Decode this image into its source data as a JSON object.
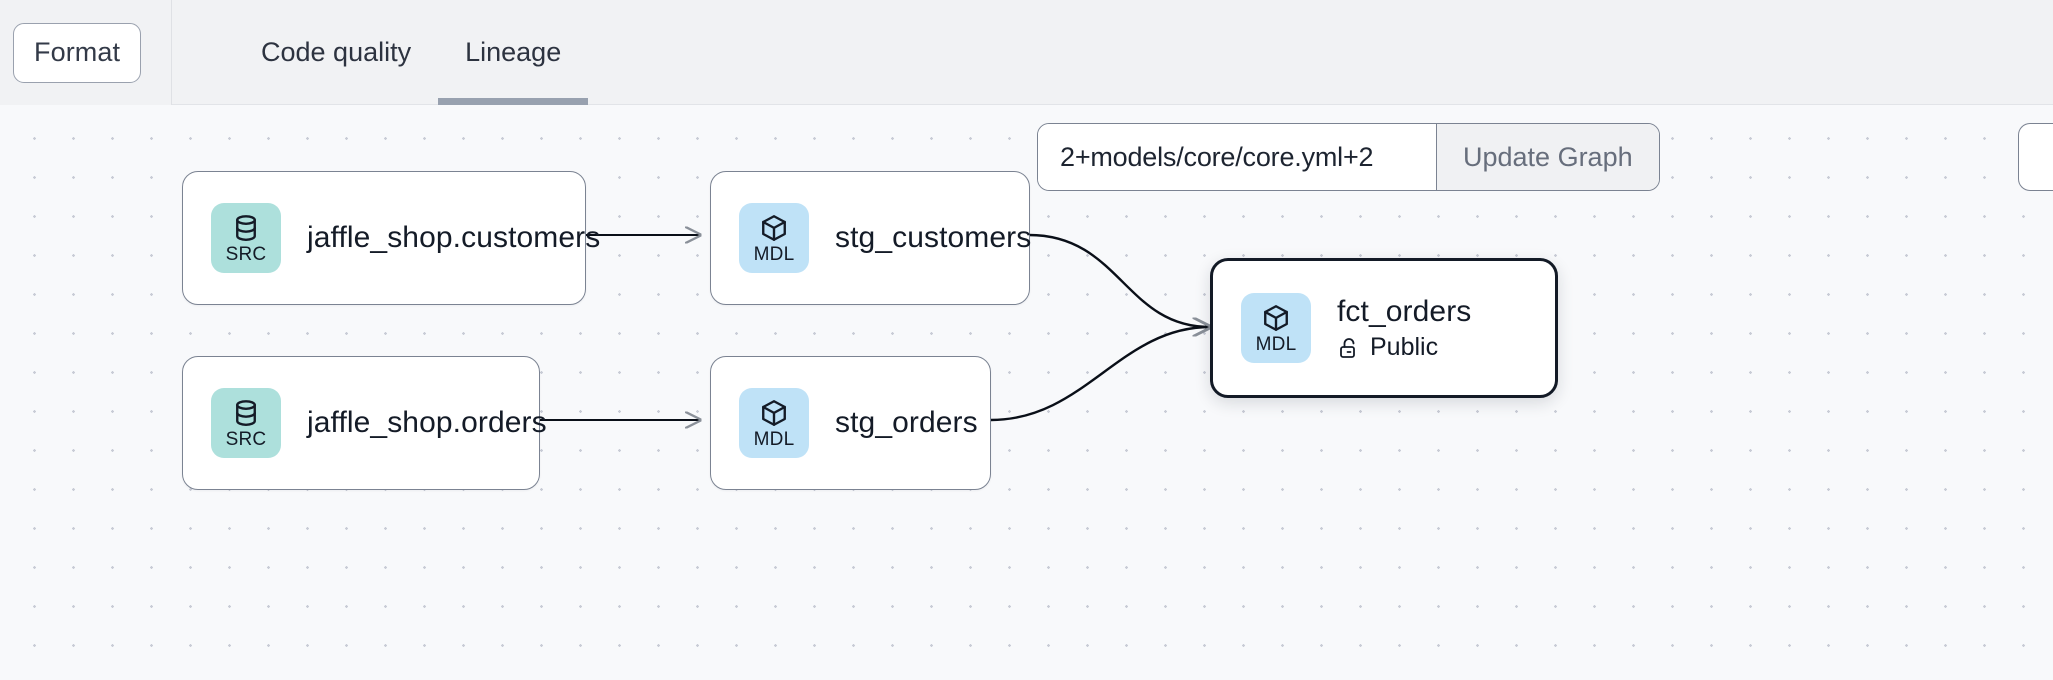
{
  "header": {
    "format_button_label": "Format",
    "tabs": [
      {
        "label": "Code quality",
        "active": false
      },
      {
        "label": "Lineage",
        "active": true
      }
    ]
  },
  "graph_control": {
    "selector_value": "2+models/core/core.yml+2",
    "selector_placeholder": "Enter selector",
    "update_button_label": "Update Graph"
  },
  "canvas": {
    "nodes": [
      {
        "id": "src_customers",
        "badge_kind": "src",
        "badge_label": "SRC",
        "badge_icon": "database-icon",
        "title": "jaffle_shop.customers",
        "meta": null,
        "selected": false
      },
      {
        "id": "stg_customers",
        "badge_kind": "mdl",
        "badge_label": "MDL",
        "badge_icon": "cube-icon",
        "title": "stg_customers",
        "meta": null,
        "selected": false
      },
      {
        "id": "src_orders",
        "badge_kind": "src",
        "badge_label": "SRC",
        "badge_icon": "database-icon",
        "title": "jaffle_shop.orders",
        "meta": null,
        "selected": false
      },
      {
        "id": "stg_orders",
        "badge_kind": "mdl",
        "badge_label": "MDL",
        "badge_icon": "cube-icon",
        "title": "stg_orders",
        "meta": null,
        "selected": false
      },
      {
        "id": "fct_orders",
        "badge_kind": "mdl",
        "badge_label": "MDL",
        "badge_icon": "cube-icon",
        "title": "fct_orders",
        "meta": {
          "icon": "unlock-icon",
          "label": "Public"
        },
        "selected": true
      }
    ],
    "edges": [
      {
        "from": "src_customers",
        "to": "stg_customers"
      },
      {
        "from": "src_orders",
        "to": "stg_orders"
      },
      {
        "from": "stg_customers",
        "to": "fct_orders"
      },
      {
        "from": "stg_orders",
        "to": "fct_orders"
      }
    ]
  },
  "colors": {
    "canvas_background": "#f8f9fb",
    "grid_dot": "#c9ccd6",
    "header_background": "#f1f2f4",
    "node_border": "#7b8392",
    "node_border_selected": "#131a26",
    "badge_src": "#ade0dc",
    "badge_mdl": "#bfe2f7",
    "tab_underline": "#98a1af",
    "text_primary": "#141b27",
    "edge_stroke": "#0a0f18"
  }
}
